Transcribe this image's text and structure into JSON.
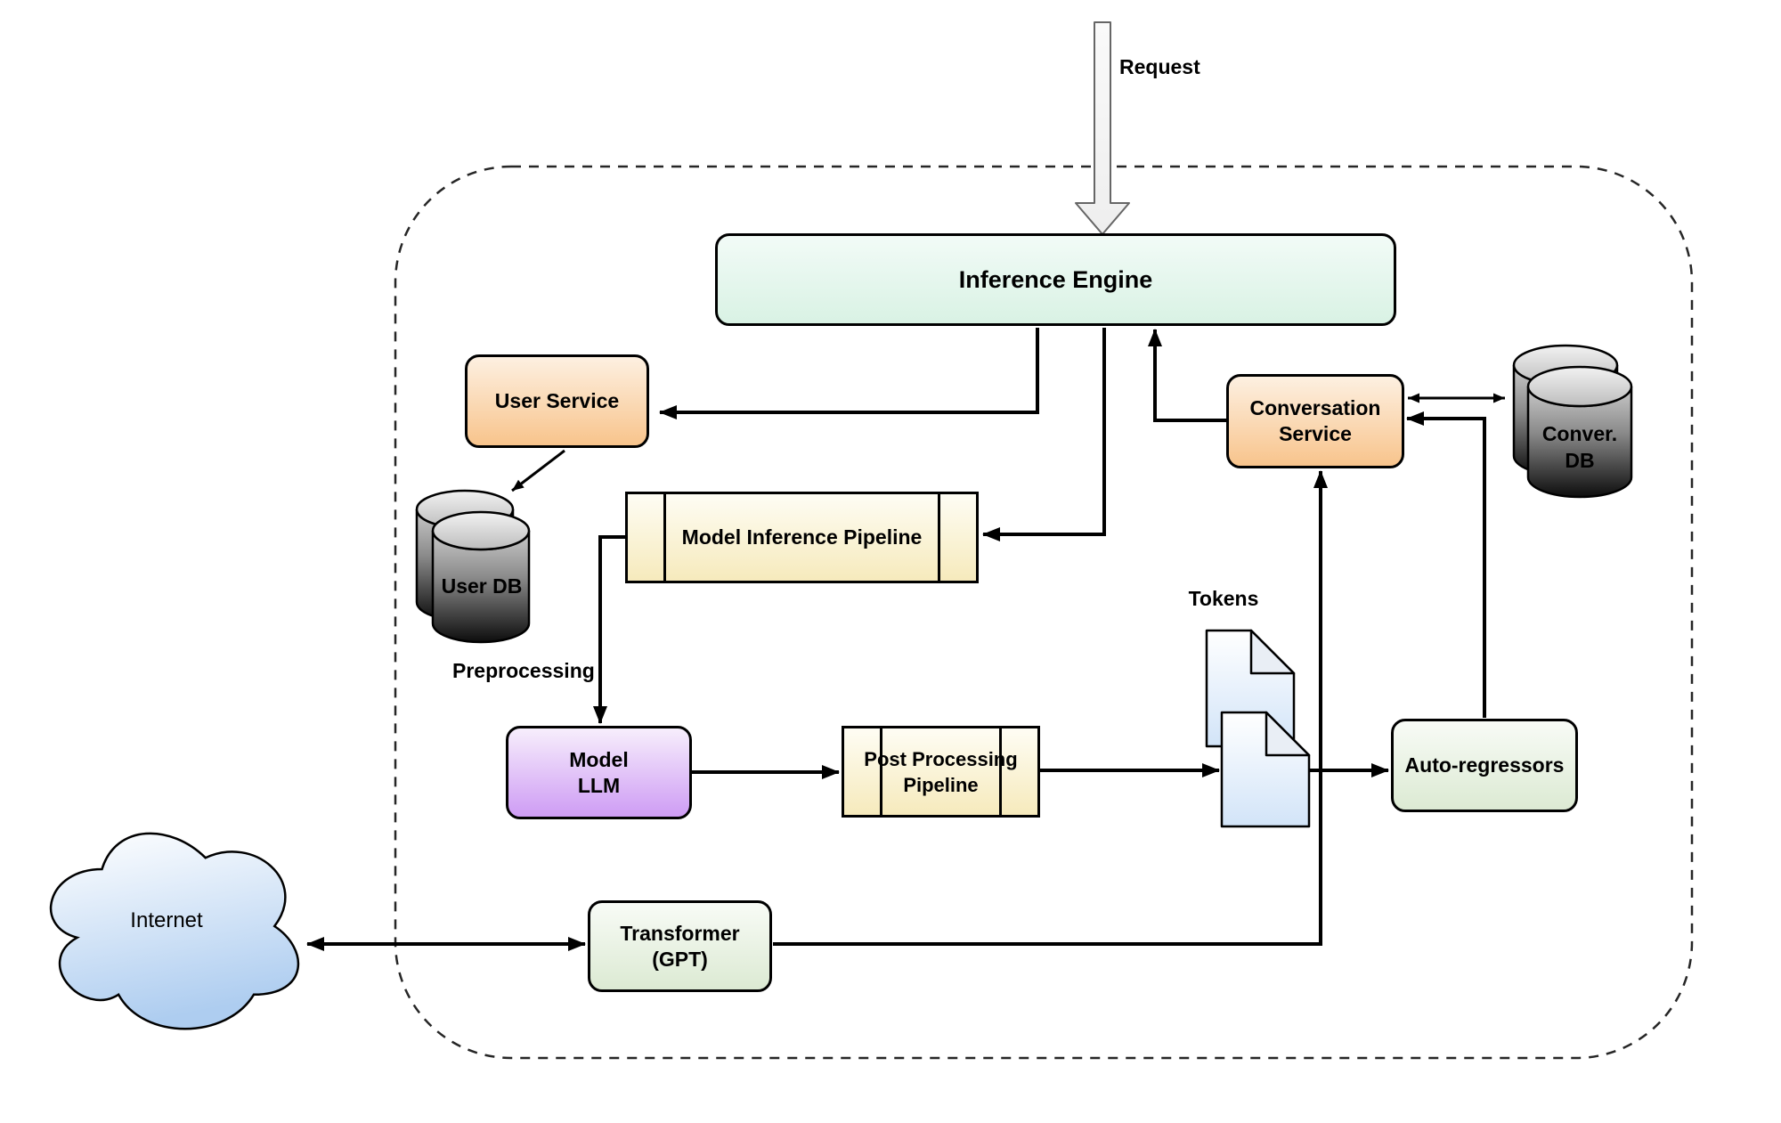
{
  "labels": {
    "request": "Request",
    "preprocessing": "Preprocessing",
    "tokens": "Tokens",
    "internet": "Internet",
    "user_db": "User DB",
    "conver_db": "Conver.\nDB"
  },
  "nodes": {
    "inference_engine": "Inference Engine",
    "user_service": "User Service",
    "model_inference_pipeline": "Model Inference Pipeline",
    "conversation_service": "Conversation\nService",
    "model_llm": "Model\nLLM",
    "post_processing_pipeline": "Post Processing\nPipeline",
    "auto_regressors": "Auto-regressors",
    "transformer_gpt": "Transformer\n(GPT)"
  },
  "colors": {
    "green-top": "#f2fbf7",
    "green-bottom": "#d9f2e4",
    "orange-top": "#fdf0e1",
    "orange-bottom": "#f8c48c",
    "yellow-top": "#fefdf4",
    "yellow-bottom": "#f6eabc",
    "purple-top": "#f7eefc",
    "purple-bottom": "#ce9cf4",
    "sage-top": "#f8fbf6",
    "sage-bottom": "#dcead3",
    "line": "#000000",
    "boundary": "#262626"
  }
}
